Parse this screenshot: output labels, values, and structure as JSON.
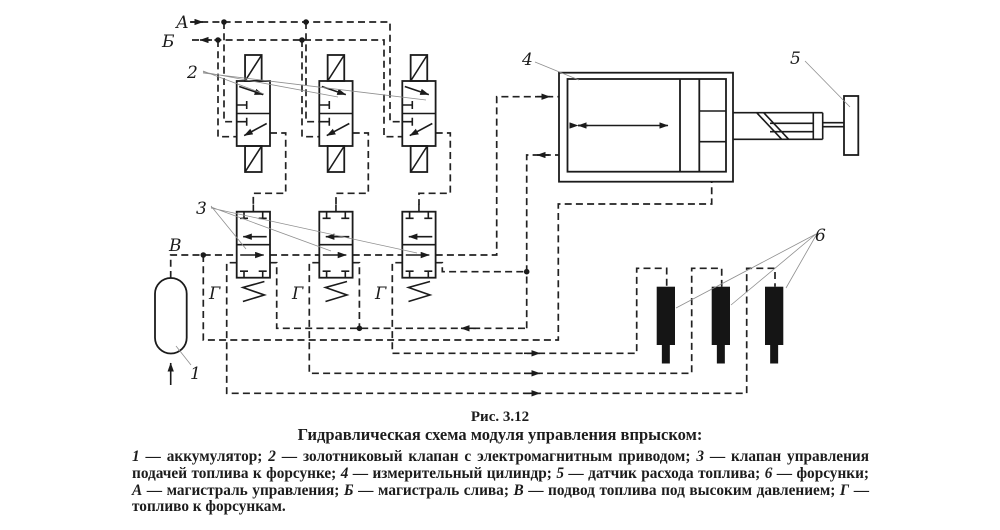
{
  "figure": {
    "number": "Рис. 3.12",
    "title": "Гидравлическая схема модуля управления впрыском:",
    "legend": [
      {
        "key": "1",
        "text": "аккумулятор"
      },
      {
        "key": "2",
        "text": "золотниковый клапан с электромагнитным приводом"
      },
      {
        "key": "3",
        "text": "клапан управления подачей топлива к форсунке"
      },
      {
        "key": "4",
        "text": "измерительный цилиндр"
      },
      {
        "key": "5",
        "text": "датчик расхода топлива"
      },
      {
        "key": "6",
        "text": "форсунки"
      },
      {
        "key": "А",
        "text": "магистраль управления"
      },
      {
        "key": "Б",
        "text": "магистраль слива"
      },
      {
        "key": "В",
        "text": "подвод топлива под высоким давлением"
      },
      {
        "key": "Г",
        "text": "топливо к форсункам"
      }
    ]
  },
  "diagram": {
    "labels": {
      "line_a": "А",
      "line_b": "Б",
      "line_v": "В",
      "line_g": "Г",
      "accumulator": "1",
      "solenoid_valve": "2",
      "control_valve": "3",
      "cylinder": "4",
      "flow_sensor": "5",
      "injectors": "6"
    },
    "colors": {
      "line": "#1b1b1b",
      "leader": "#8f8f8f",
      "injector_fill": "#151515",
      "background": "#ffffff"
    }
  }
}
